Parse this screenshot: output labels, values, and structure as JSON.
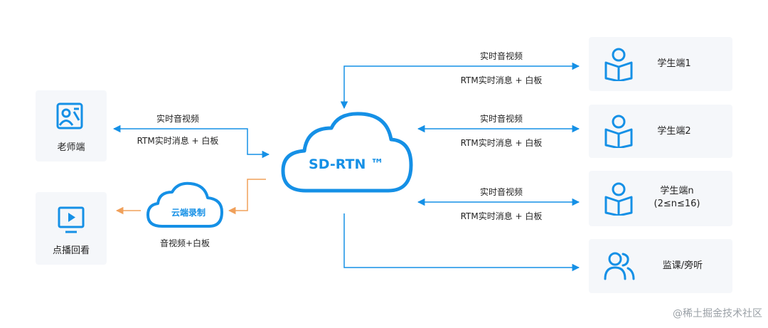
{
  "hub": {
    "label": "SD-RTN ™"
  },
  "recorder": {
    "label": "云端录制",
    "caption": "音视频+白板"
  },
  "teacher": {
    "label": "老师端"
  },
  "playback": {
    "label": "点播回看"
  },
  "students": [
    {
      "label": "学生端1"
    },
    {
      "label": "学生端2"
    },
    {
      "label": "学生端n",
      "sublabel": "(2≤n≤16)"
    }
  ],
  "monitor": {
    "label": "监课/旁听"
  },
  "edge_labels": {
    "av": "实时音视频",
    "rtm": "RTM实时消息 + 白板"
  },
  "watermark": "@稀土掘金技术社区",
  "colors": {
    "primary": "#1590e6",
    "accent": "#f0a05a",
    "box_bg": "#f5f7fa"
  }
}
